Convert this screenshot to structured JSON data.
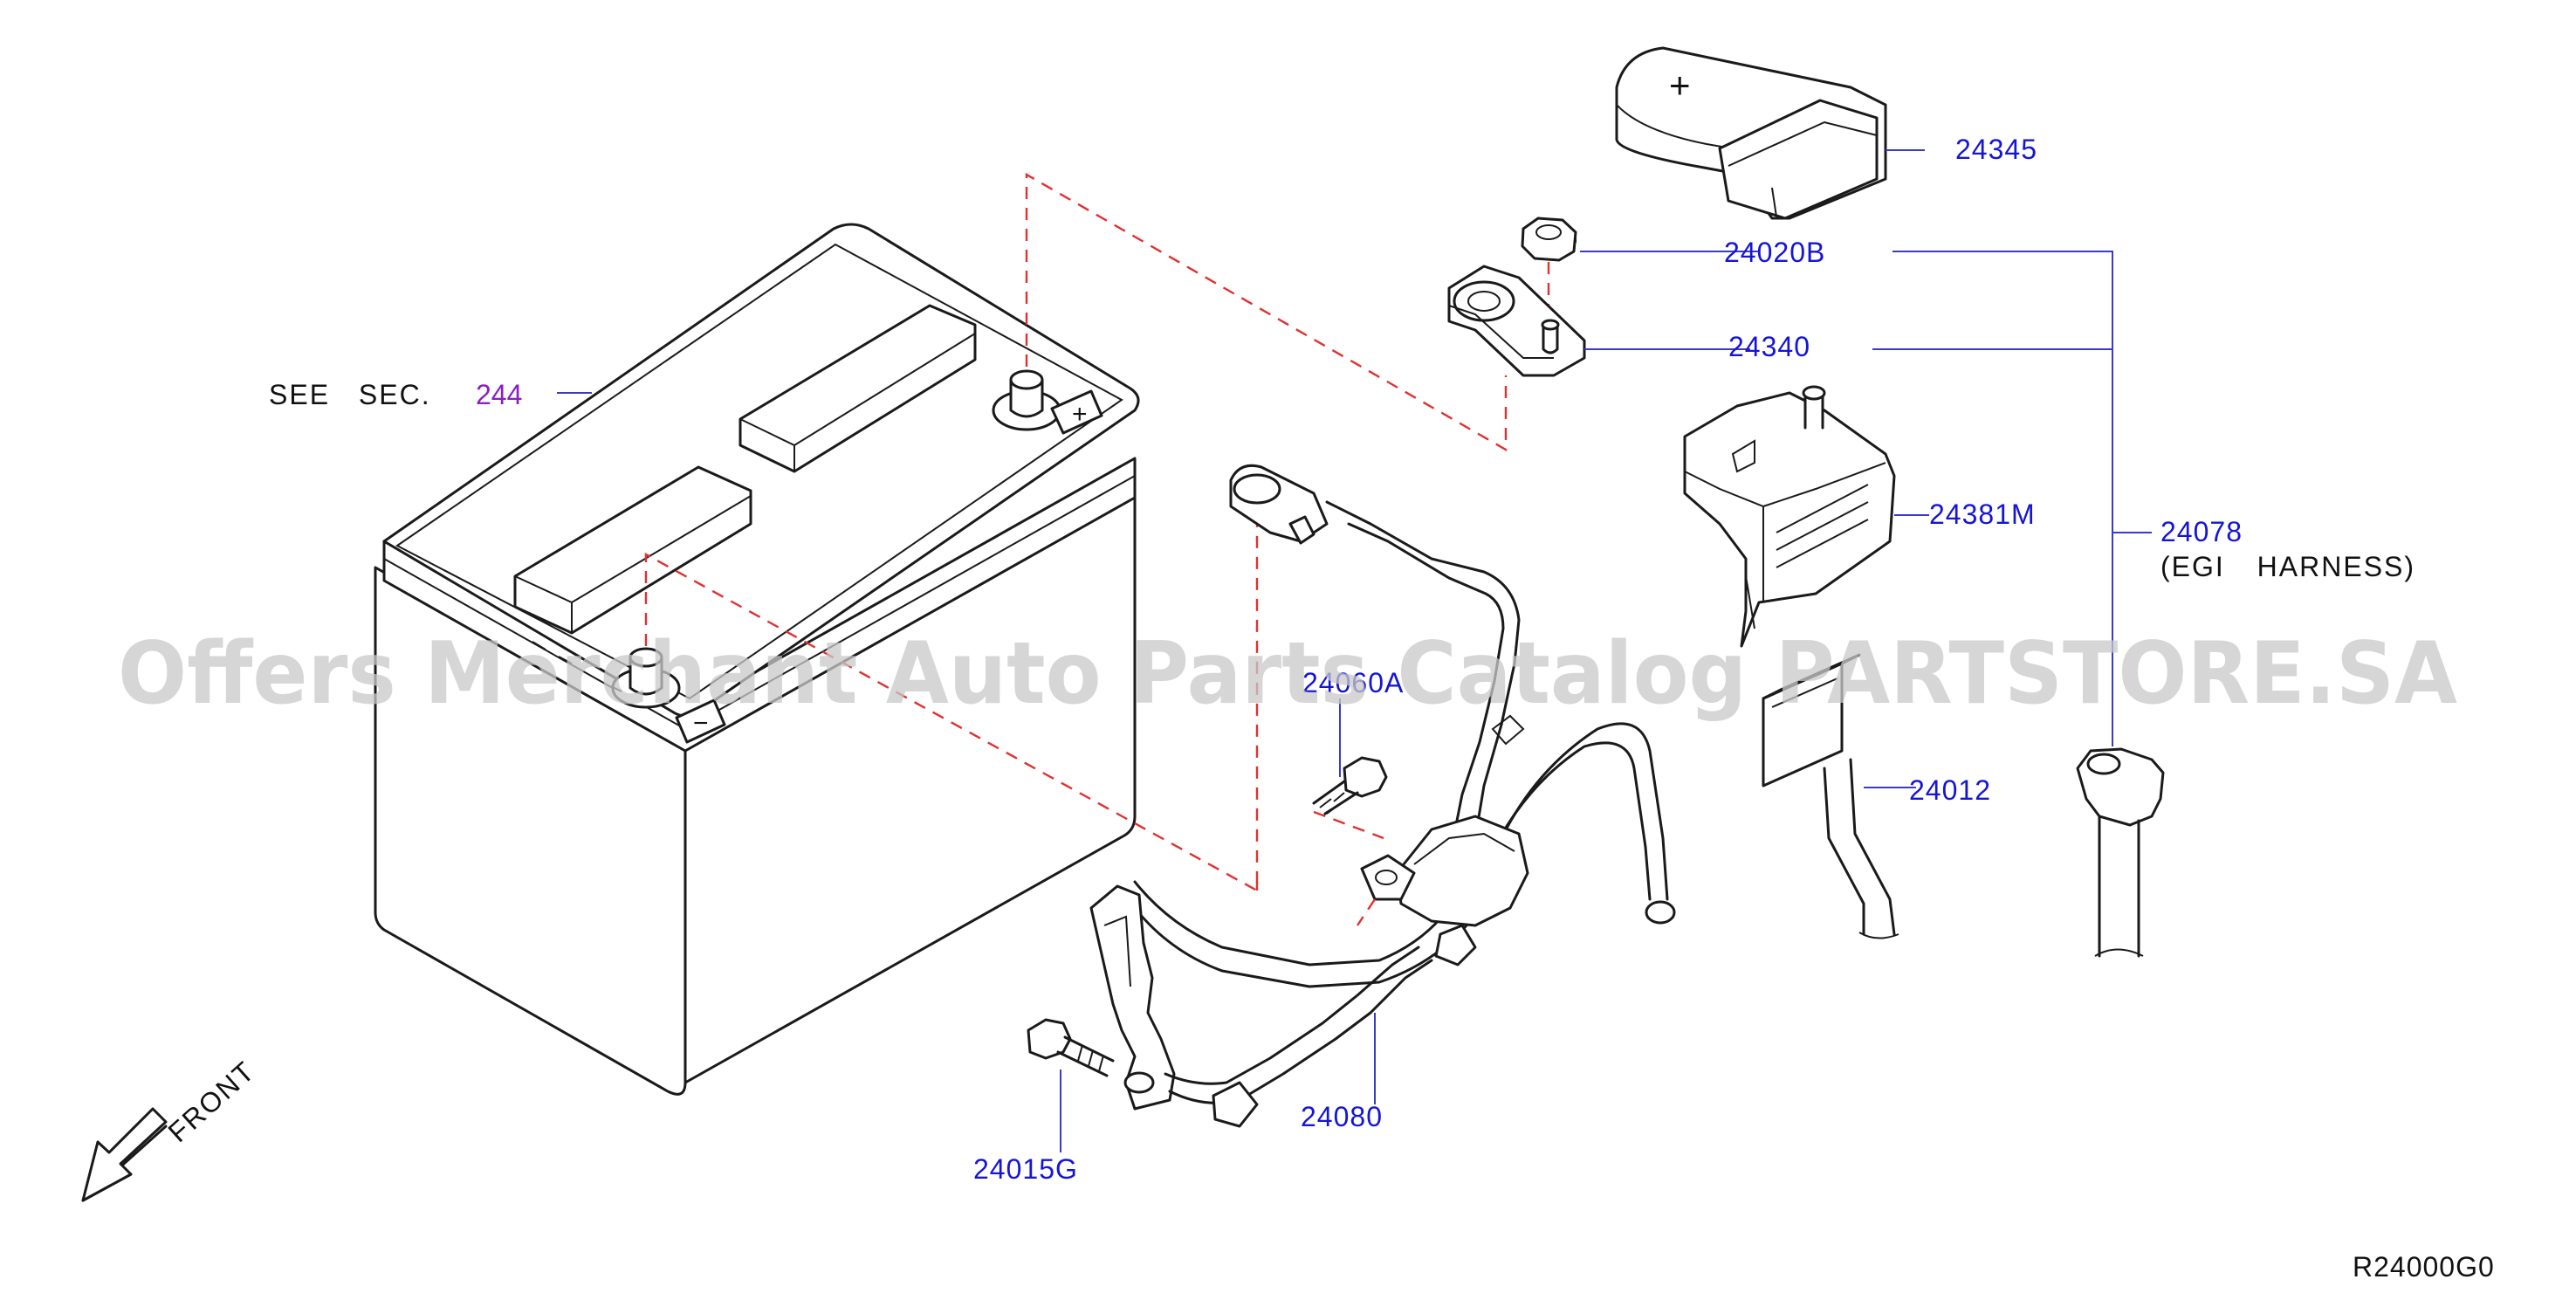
{
  "see_sec": {
    "prefix": "SEE SEC.",
    "number": "244"
  },
  "parts": {
    "p24345": "24345",
    "p24020B": "24020B",
    "p24340": "24340",
    "p24381M": "24381M",
    "p24078": "24078",
    "p24078_desc": "(EGI HARNESS)",
    "p24060A": "24060A",
    "p24012": "24012",
    "p24080": "24080",
    "p24015G": "24015G"
  },
  "front_label": "FRONT",
  "diagram_id": "R24000G0",
  "watermark": "Offers Merchant Auto Parts Catalog PARTSTORE.SA",
  "colors": {
    "part_number": "#1515d6",
    "section_ref": "#8a1fc4",
    "hidden_line": "#e23030",
    "leader": "#3a3ac8"
  }
}
